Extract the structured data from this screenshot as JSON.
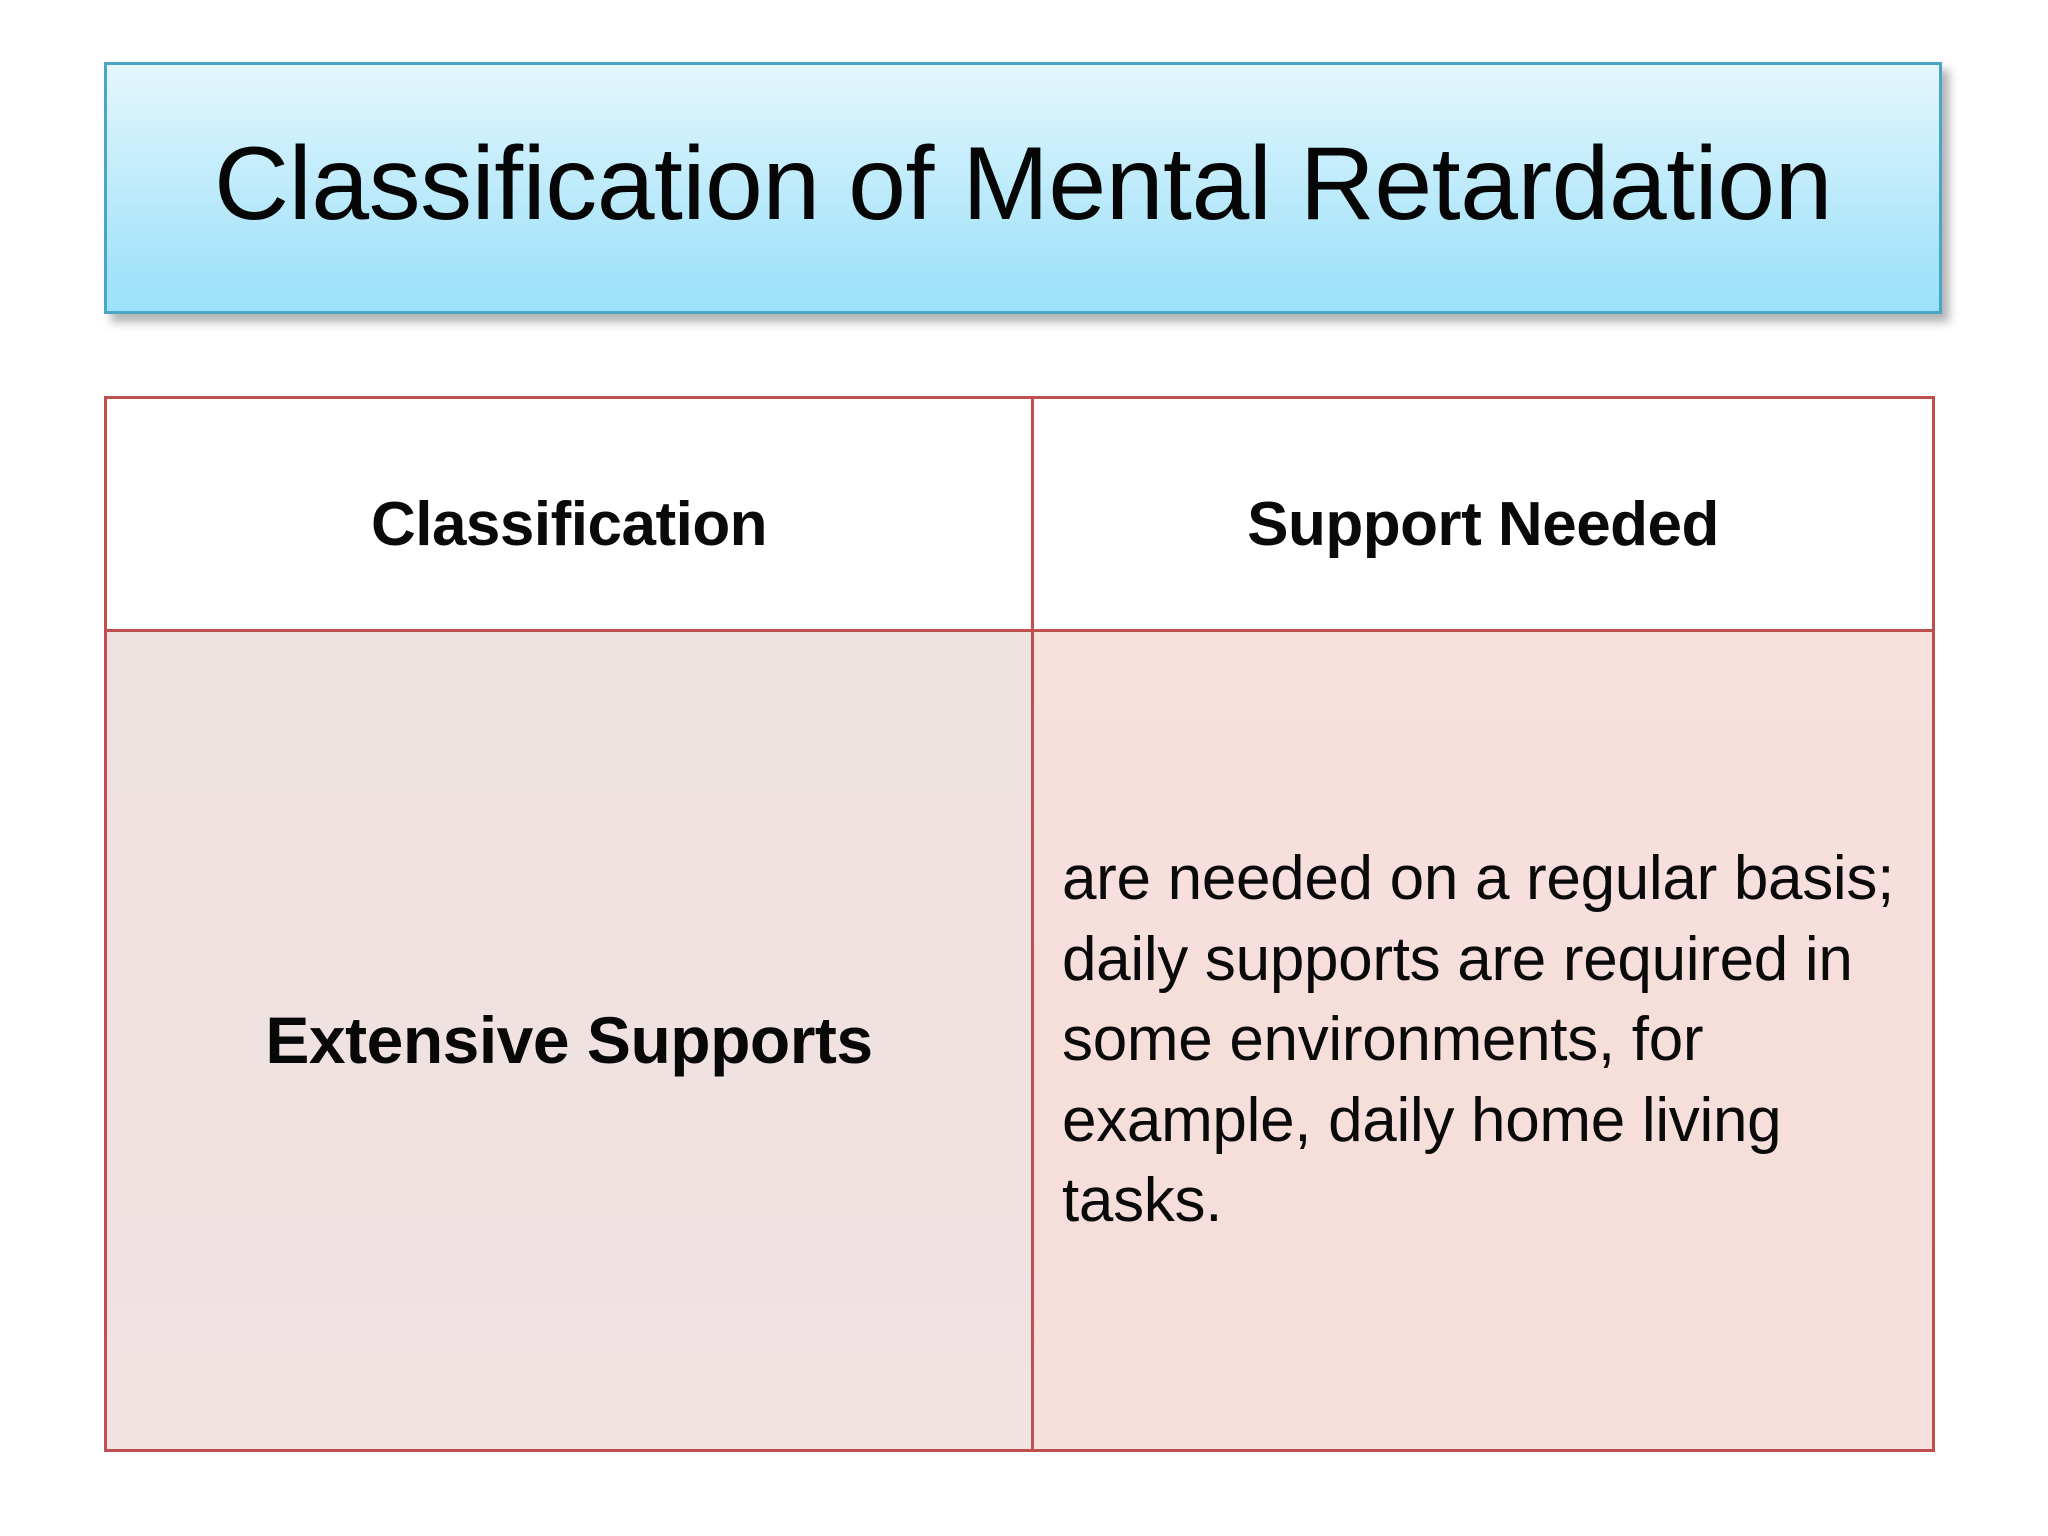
{
  "slide": {
    "title": "Classification of Mental Retardation",
    "background_color": "#ffffff",
    "banner": {
      "gradient_top_color": "#e4f7fd",
      "gradient_bottom_color": "#9ce1fa",
      "border_color": "#4aa7c4"
    }
  },
  "table": {
    "border_color": "#c0504d",
    "header_background": "#ffffff",
    "row_background_left": "#efe3e2",
    "row_background_right": "#f6dfdb",
    "headers": [
      "Classification",
      "Support Needed"
    ],
    "rows": [
      {
        "classification": "Extensive Supports",
        "support_needed": "are needed on a regular basis; daily supports are required in some environments, for example, daily home living tasks."
      }
    ]
  }
}
